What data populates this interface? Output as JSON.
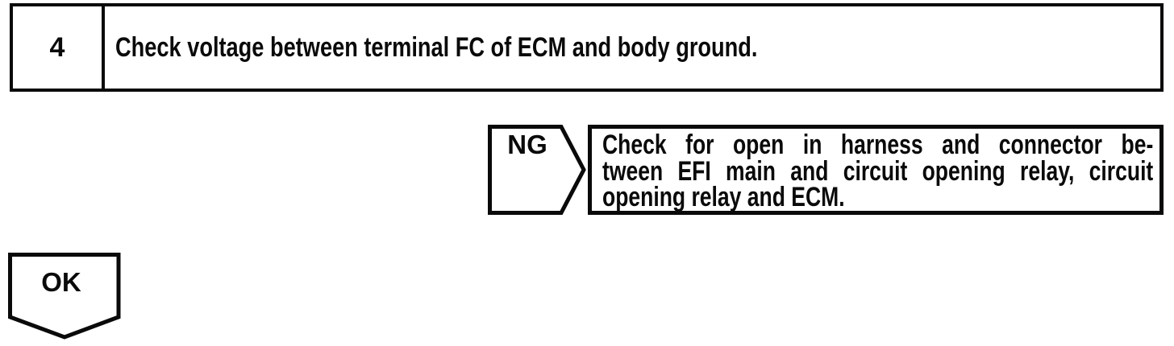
{
  "page": {
    "background_color": "#ffffff",
    "ink_color": "#0a0a0a"
  },
  "step": {
    "number": "4",
    "instruction": "Check voltage between terminal FC of ECM and body ground."
  },
  "ng_branch": {
    "connector_label": "NG",
    "action_lines": [
      "Check for open in harness and connector be-",
      "tween EFI main and circuit opening relay, circuit",
      "opening relay and ECM."
    ]
  },
  "ok_branch": {
    "connector_label": "OK"
  }
}
